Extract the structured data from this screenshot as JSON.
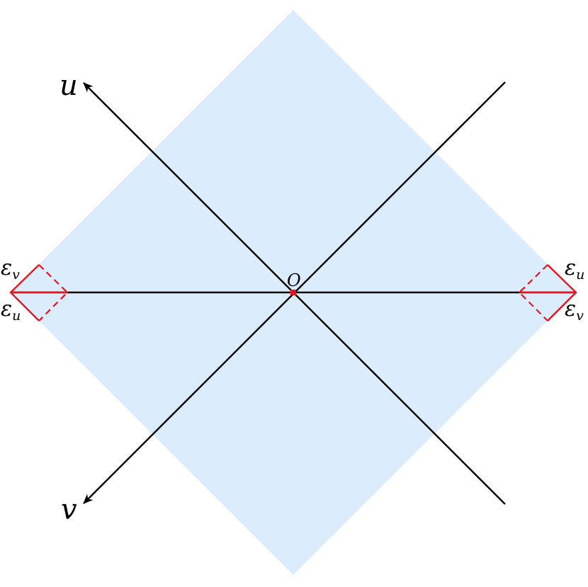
{
  "colors": {
    "region_fill": "#dbecfd",
    "axis": "#000000",
    "highlight": "#e8141c"
  },
  "labels": {
    "u_axis": "u",
    "v_axis": "v",
    "origin": "O",
    "epsilon": "ε",
    "sub_u": "u",
    "sub_v": "v"
  }
}
